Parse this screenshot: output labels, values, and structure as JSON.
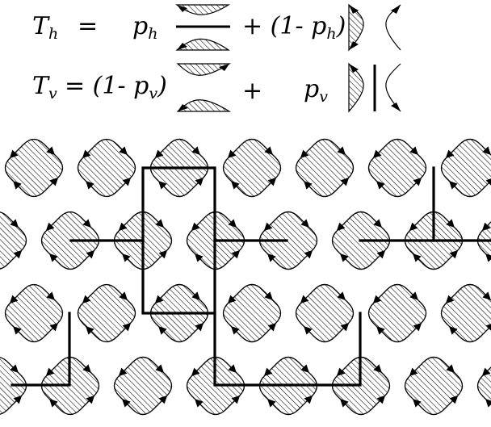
{
  "equations": {
    "th_lhs": "T",
    "th_lhs_sub": "h",
    "th_eq": "=",
    "th_p": "p",
    "th_p_sub": "h",
    "th_plus": "+ (1- p",
    "th_plus_sub": "h",
    "th_close": ")",
    "tv_lhs": "T",
    "tv_lhs_sub": "v",
    "tv_eq": "= (1- p",
    "tv_eq_sub": "v",
    "tv_close": ")",
    "tv_plus": "+",
    "tv_p": "p",
    "tv_p_sub": "v"
  }
}
